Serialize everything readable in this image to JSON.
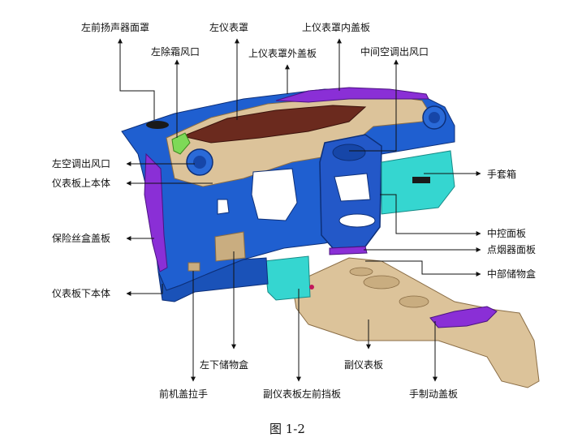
{
  "labels": {
    "left_front_speaker_grille": "左前扬声器面罩",
    "left_instrument_cover": "左仪表罩",
    "upper_cover_inner_panel": "上仪表罩内盖板",
    "left_defrost_vent": "左除霜风口",
    "upper_cover_outer_panel": "上仪表罩外盖板",
    "center_ac_vent": "中间空调出风口",
    "left_ac_vent": "左空调出风口",
    "ip_upper_body": "仪表板上本体",
    "glove_box": "手套箱",
    "fuse_box_cover": "保险丝盒盖板",
    "center_control_panel": "中控面板",
    "cigarette_lighter_panel": "点烟器面板",
    "center_storage_box": "中部储物盒",
    "ip_lower_body": "仪表板下本体",
    "left_lower_storage_box": "左下储物盒",
    "console": "副仪表板",
    "hood_release_handle": "前机盖拉手",
    "console_left_front_baffle": "副仪表板左前挡板",
    "handbrake_cover": "手制动盖板"
  },
  "caption": "图 1-2",
  "colors": {
    "blue": "#1f5fd0",
    "tan": "#dcc39a",
    "purple": "#8a2fd6",
    "cyan": "#35d6d0",
    "maroon": "#6b2a1e",
    "green": "#7ed957"
  }
}
